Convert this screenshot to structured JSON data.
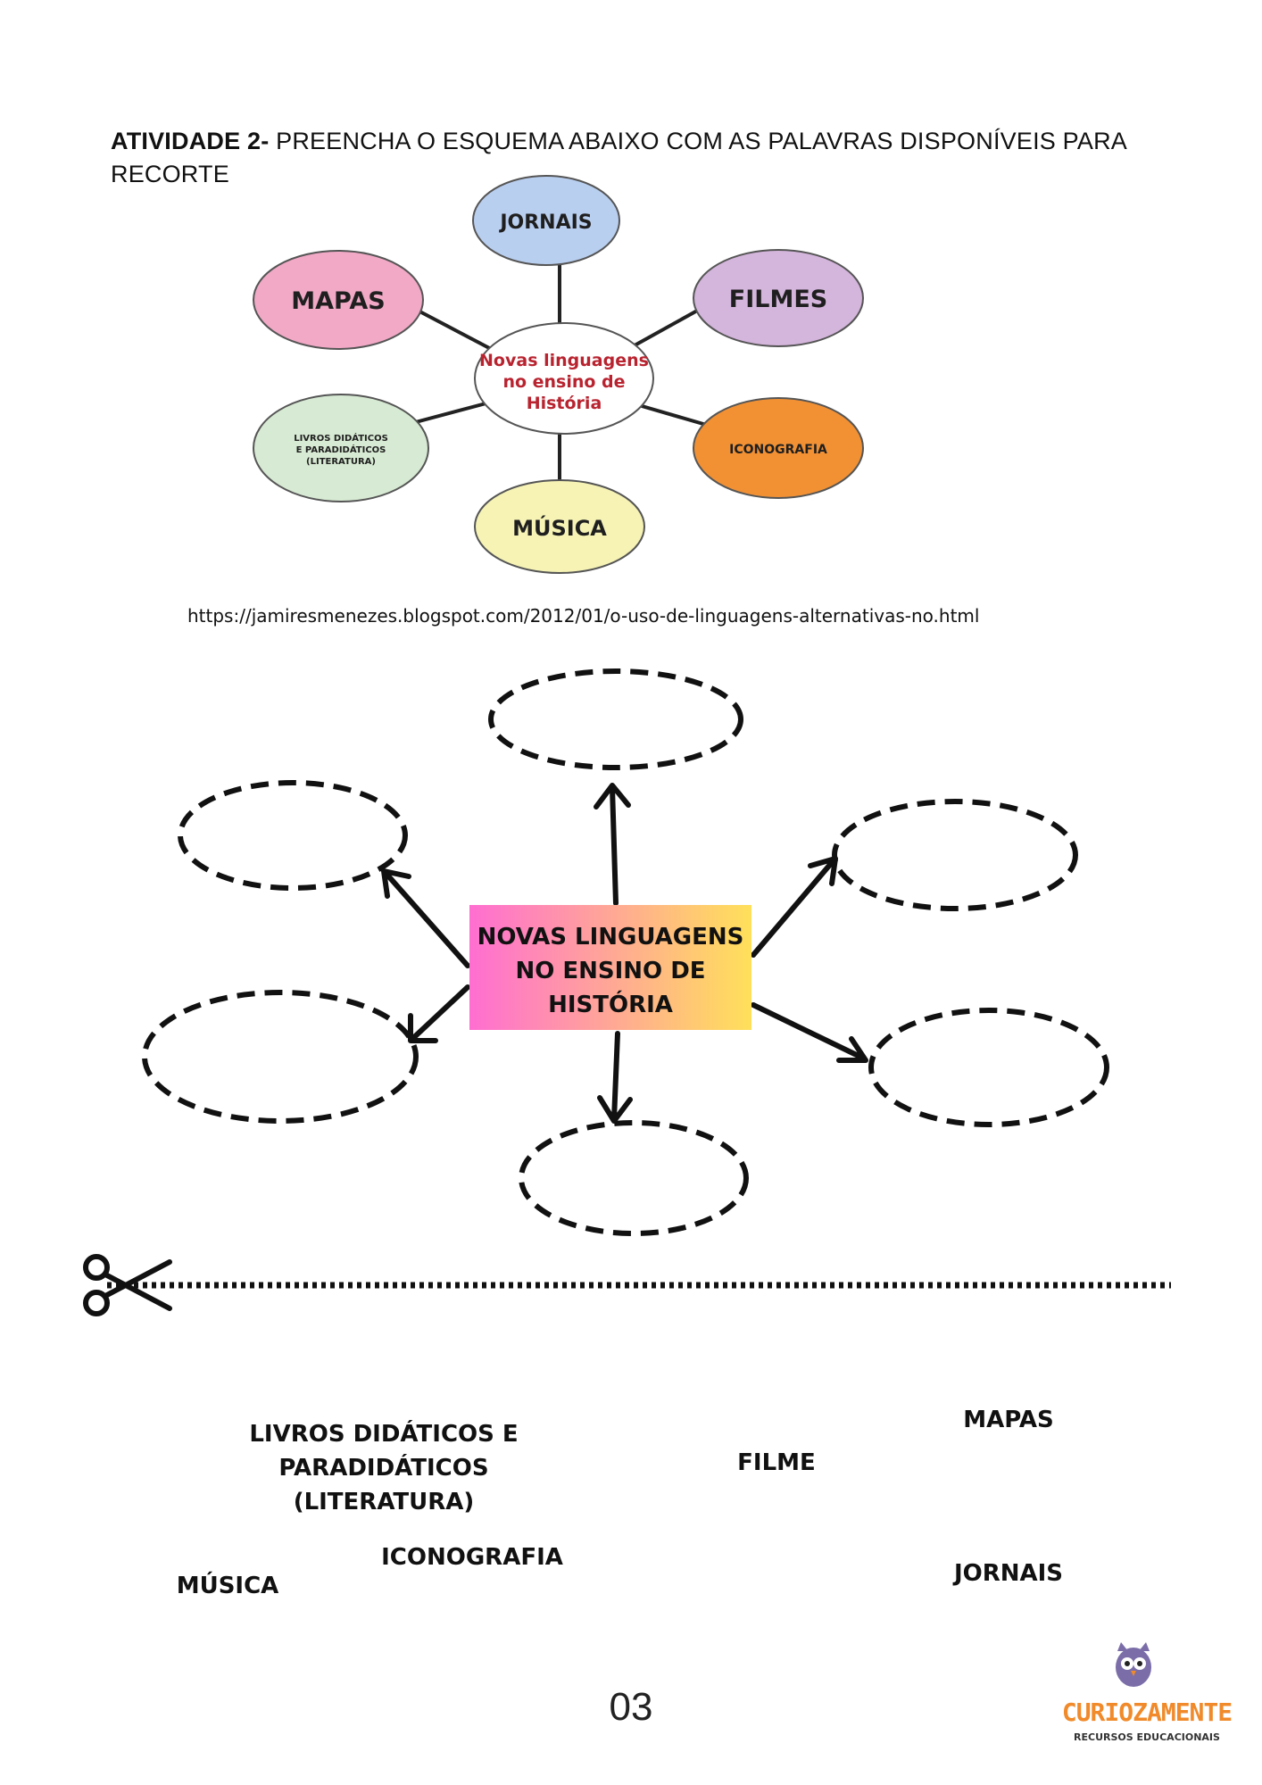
{
  "heading": {
    "bold": "ATIVIDADE 2-",
    "text": " PREENCHA O ESQUEMA ABAIXO COM AS PALAVRAS DISPONÍVEIS PARA RECORTE"
  },
  "reference_diagram": {
    "center": [
      "Novas linguagens",
      "no ensino de",
      "História"
    ],
    "nodes": {
      "jornais": "JORNAIS",
      "mapas": "MAPAS",
      "filmes": "FILMES",
      "livros": [
        "LIVROS DIDÁTICOS",
        "E PARADIDÁTICOS",
        "(LITERATURA)"
      ],
      "iconografia": "ICONOGRAFIA",
      "musica": "MÚSICA"
    },
    "colors": {
      "jornais": "#b9cff0",
      "mapas": "#f2a9c6",
      "filmes": "#d4b5dc",
      "livros": "#d7ead3",
      "iconografia": "#f29134",
      "musica": "#f6f3b5",
      "center_text": "#b8232f"
    }
  },
  "source_url": "https://jamiresmenezes.blogspot.com/2012/01/o-uso-de-linguagens-alternativas-no.html",
  "scheme": {
    "center_lines": [
      "NOVAS LINGUAGENS",
      "NO ENSINO DE",
      "HISTÓRIA"
    ],
    "gradient": [
      "#ff6ed1",
      "#ffe05a"
    ]
  },
  "cut_words": {
    "livros": [
      "LIVROS DIDÁTICOS E",
      "PARADIDÁTICOS",
      "(LITERATURA)"
    ],
    "mapas": "MAPAS",
    "filme": "FILME",
    "iconografia": "ICONOGRAFIA",
    "musica": "MÚSICA",
    "jornais": "JORNAIS"
  },
  "page_number": "03",
  "logo": {
    "brand": "CURIOZAMENTE",
    "tagline": "RECURSOS EDUCACIONAIS",
    "colors": {
      "brand": "#f08a2a",
      "owl": "#7b6ea8"
    }
  }
}
